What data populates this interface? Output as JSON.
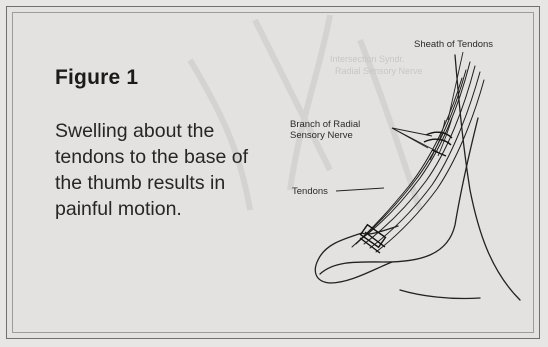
{
  "figure": {
    "title": "Figure 1",
    "caption": "Swelling about the tendons to the base of the thumb results in painful motion."
  },
  "diagram": {
    "labels": {
      "sheath": "Sheath of Tendons",
      "nerve_line1": "Branch of Radial",
      "nerve_line2": "Sensory Nerve",
      "tendons": "Tendons"
    },
    "ghost_text_line1": "Intersection Syndr.",
    "ghost_text_line2": "Radial Sensory Nerve"
  }
}
